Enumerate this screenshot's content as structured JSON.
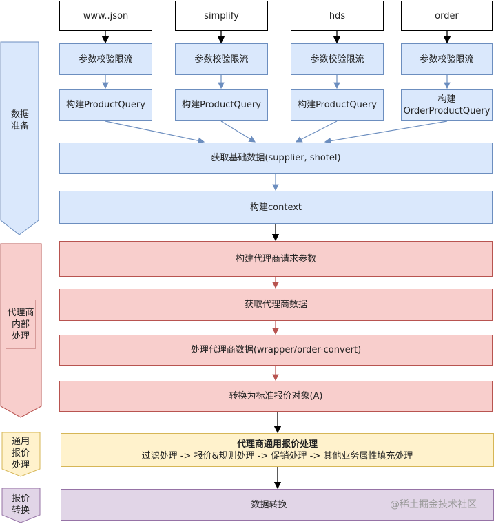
{
  "sources": [
    "www..json",
    "simplify",
    "hds",
    "order"
  ],
  "validate_label": "参数校验限流",
  "build_query_label": "构建ProductQuery",
  "build_order_query_label": "构建\nOrderProductQuery",
  "fetch_base_label": "获取基础数据(supplier, shotel)",
  "build_context_label": "构建context",
  "agent_steps": [
    "构建代理商请求参数",
    "获取代理商数据",
    "处理代理商数据(wrapper/order-convert)",
    "转换为标准报价对象(A)"
  ],
  "common_title": "代理商通用报价处理",
  "common_detail": "过滤处理 -> 报价&规则处理 -> 促销处理 -> 其他业务属性填充处理",
  "convert_label": "数据转换",
  "stages": {
    "prepare": "数据\n准备",
    "agent": "代理商\n内部\n处理",
    "common": "通用\n报价\n处理",
    "convert": "报价\n转换"
  },
  "watermark": "@稀土掘金技术社区",
  "colors": {
    "blue_fill": "#dae8fc",
    "blue_stroke": "#6c8ebf",
    "red_fill": "#f8cecc",
    "red_stroke": "#b85450",
    "yellow_fill": "#fff2cc",
    "yellow_stroke": "#d6b656",
    "purple_fill": "#e1d5e7",
    "purple_stroke": "#9673a6"
  }
}
